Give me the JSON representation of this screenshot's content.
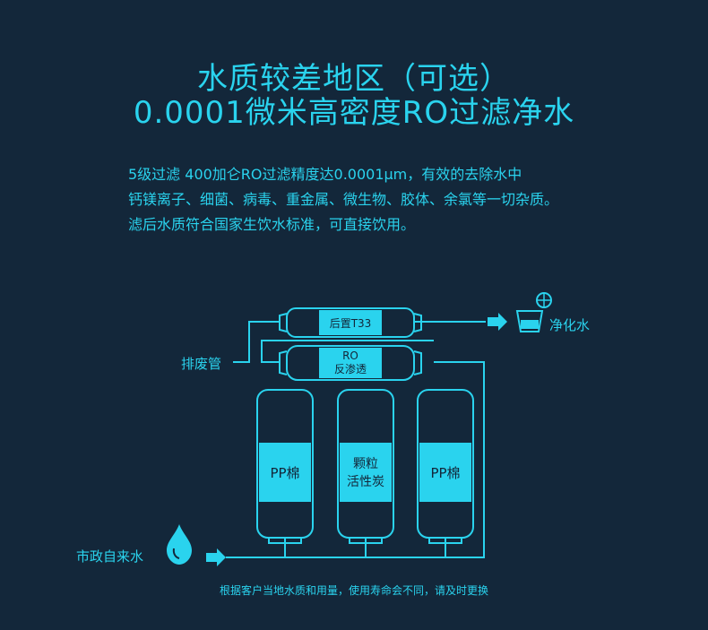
{
  "title": {
    "line1": "水质较差地区（可选）",
    "line2": "0.0001微米高密度RO过滤净水"
  },
  "description": {
    "line1": "5级过滤 400加仑RO过滤精度达0.0001μm，有效的去除水中",
    "line2": "钙镁离子、细菌、病毒、重金属、微生物、胶体、余氯等一切杂质。",
    "line3": "滤后水质符合国家生饮水标准，可直接饮用。"
  },
  "diagram": {
    "top_filter": "后置T33",
    "ro_filter": {
      "line1": "RO",
      "line2": "反渗透"
    },
    "pp_left": "PP棉",
    "carbon": {
      "line1": "颗粒",
      "line2": "活性炭"
    },
    "pp_right": "PP棉",
    "output_label": "净化水",
    "drain_label": "排废管",
    "input_label": "市政自来水"
  },
  "footer": "根据客户当地水质和用量，使用寿命会不同，请及时更换",
  "colors": {
    "background": "#13273a",
    "accent": "#2ad3ee"
  },
  "icons": [
    "water-drop-icon",
    "arrow-right-icon",
    "glass-with-lemon-icon"
  ]
}
